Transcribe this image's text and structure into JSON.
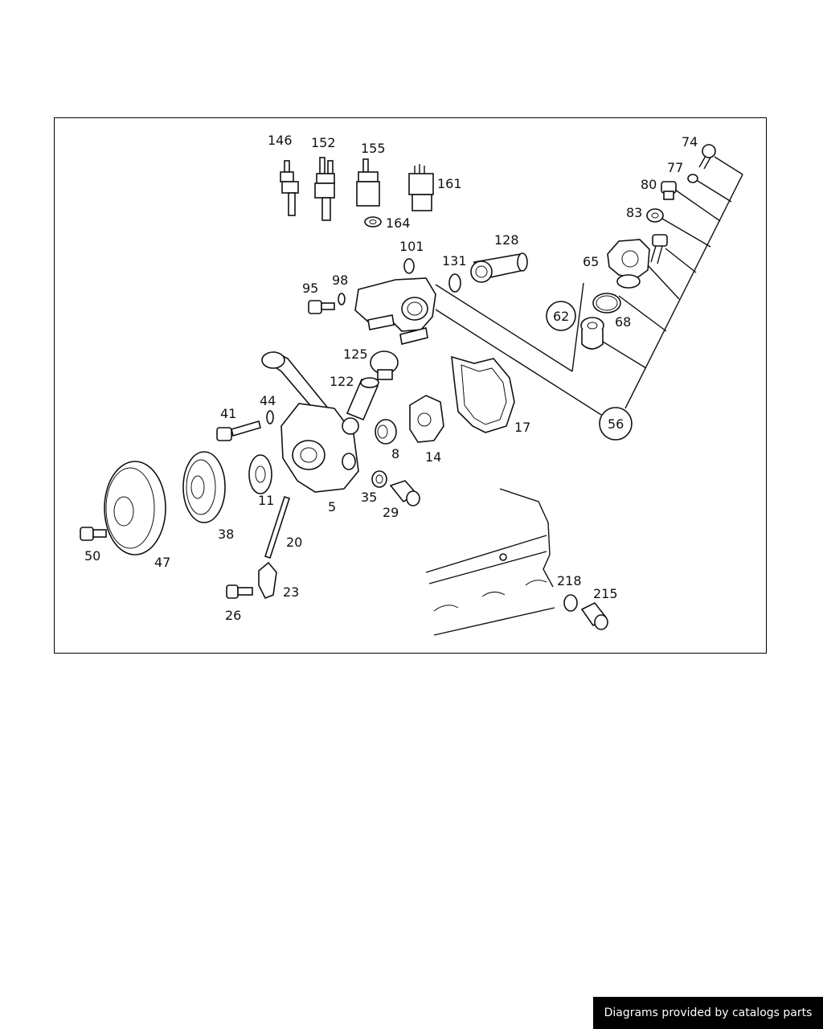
{
  "diagram": {
    "labels": {
      "l146": "146",
      "l152": "152",
      "l155": "155",
      "l161": "161",
      "l164": "164",
      "l74": "74",
      "l77": "77",
      "l80": "80",
      "l83": "83",
      "l65": "65",
      "l62": "62",
      "l68": "68",
      "l56": "56",
      "l101": "101",
      "l131": "131",
      "l128": "128",
      "l95": "95",
      "l98": "98",
      "l125": "125",
      "l122": "122",
      "l17": "17",
      "l14": "14",
      "l8": "8",
      "l41": "41",
      "l44": "44",
      "l5": "5",
      "l11": "11",
      "l35": "35",
      "l29": "29",
      "l38": "38",
      "l50": "50",
      "l47": "47",
      "l20": "20",
      "l23": "23",
      "l26": "26",
      "l218": "218",
      "l215": "215"
    }
  },
  "footer": {
    "text": "Diagrams provided by catalogs parts"
  }
}
